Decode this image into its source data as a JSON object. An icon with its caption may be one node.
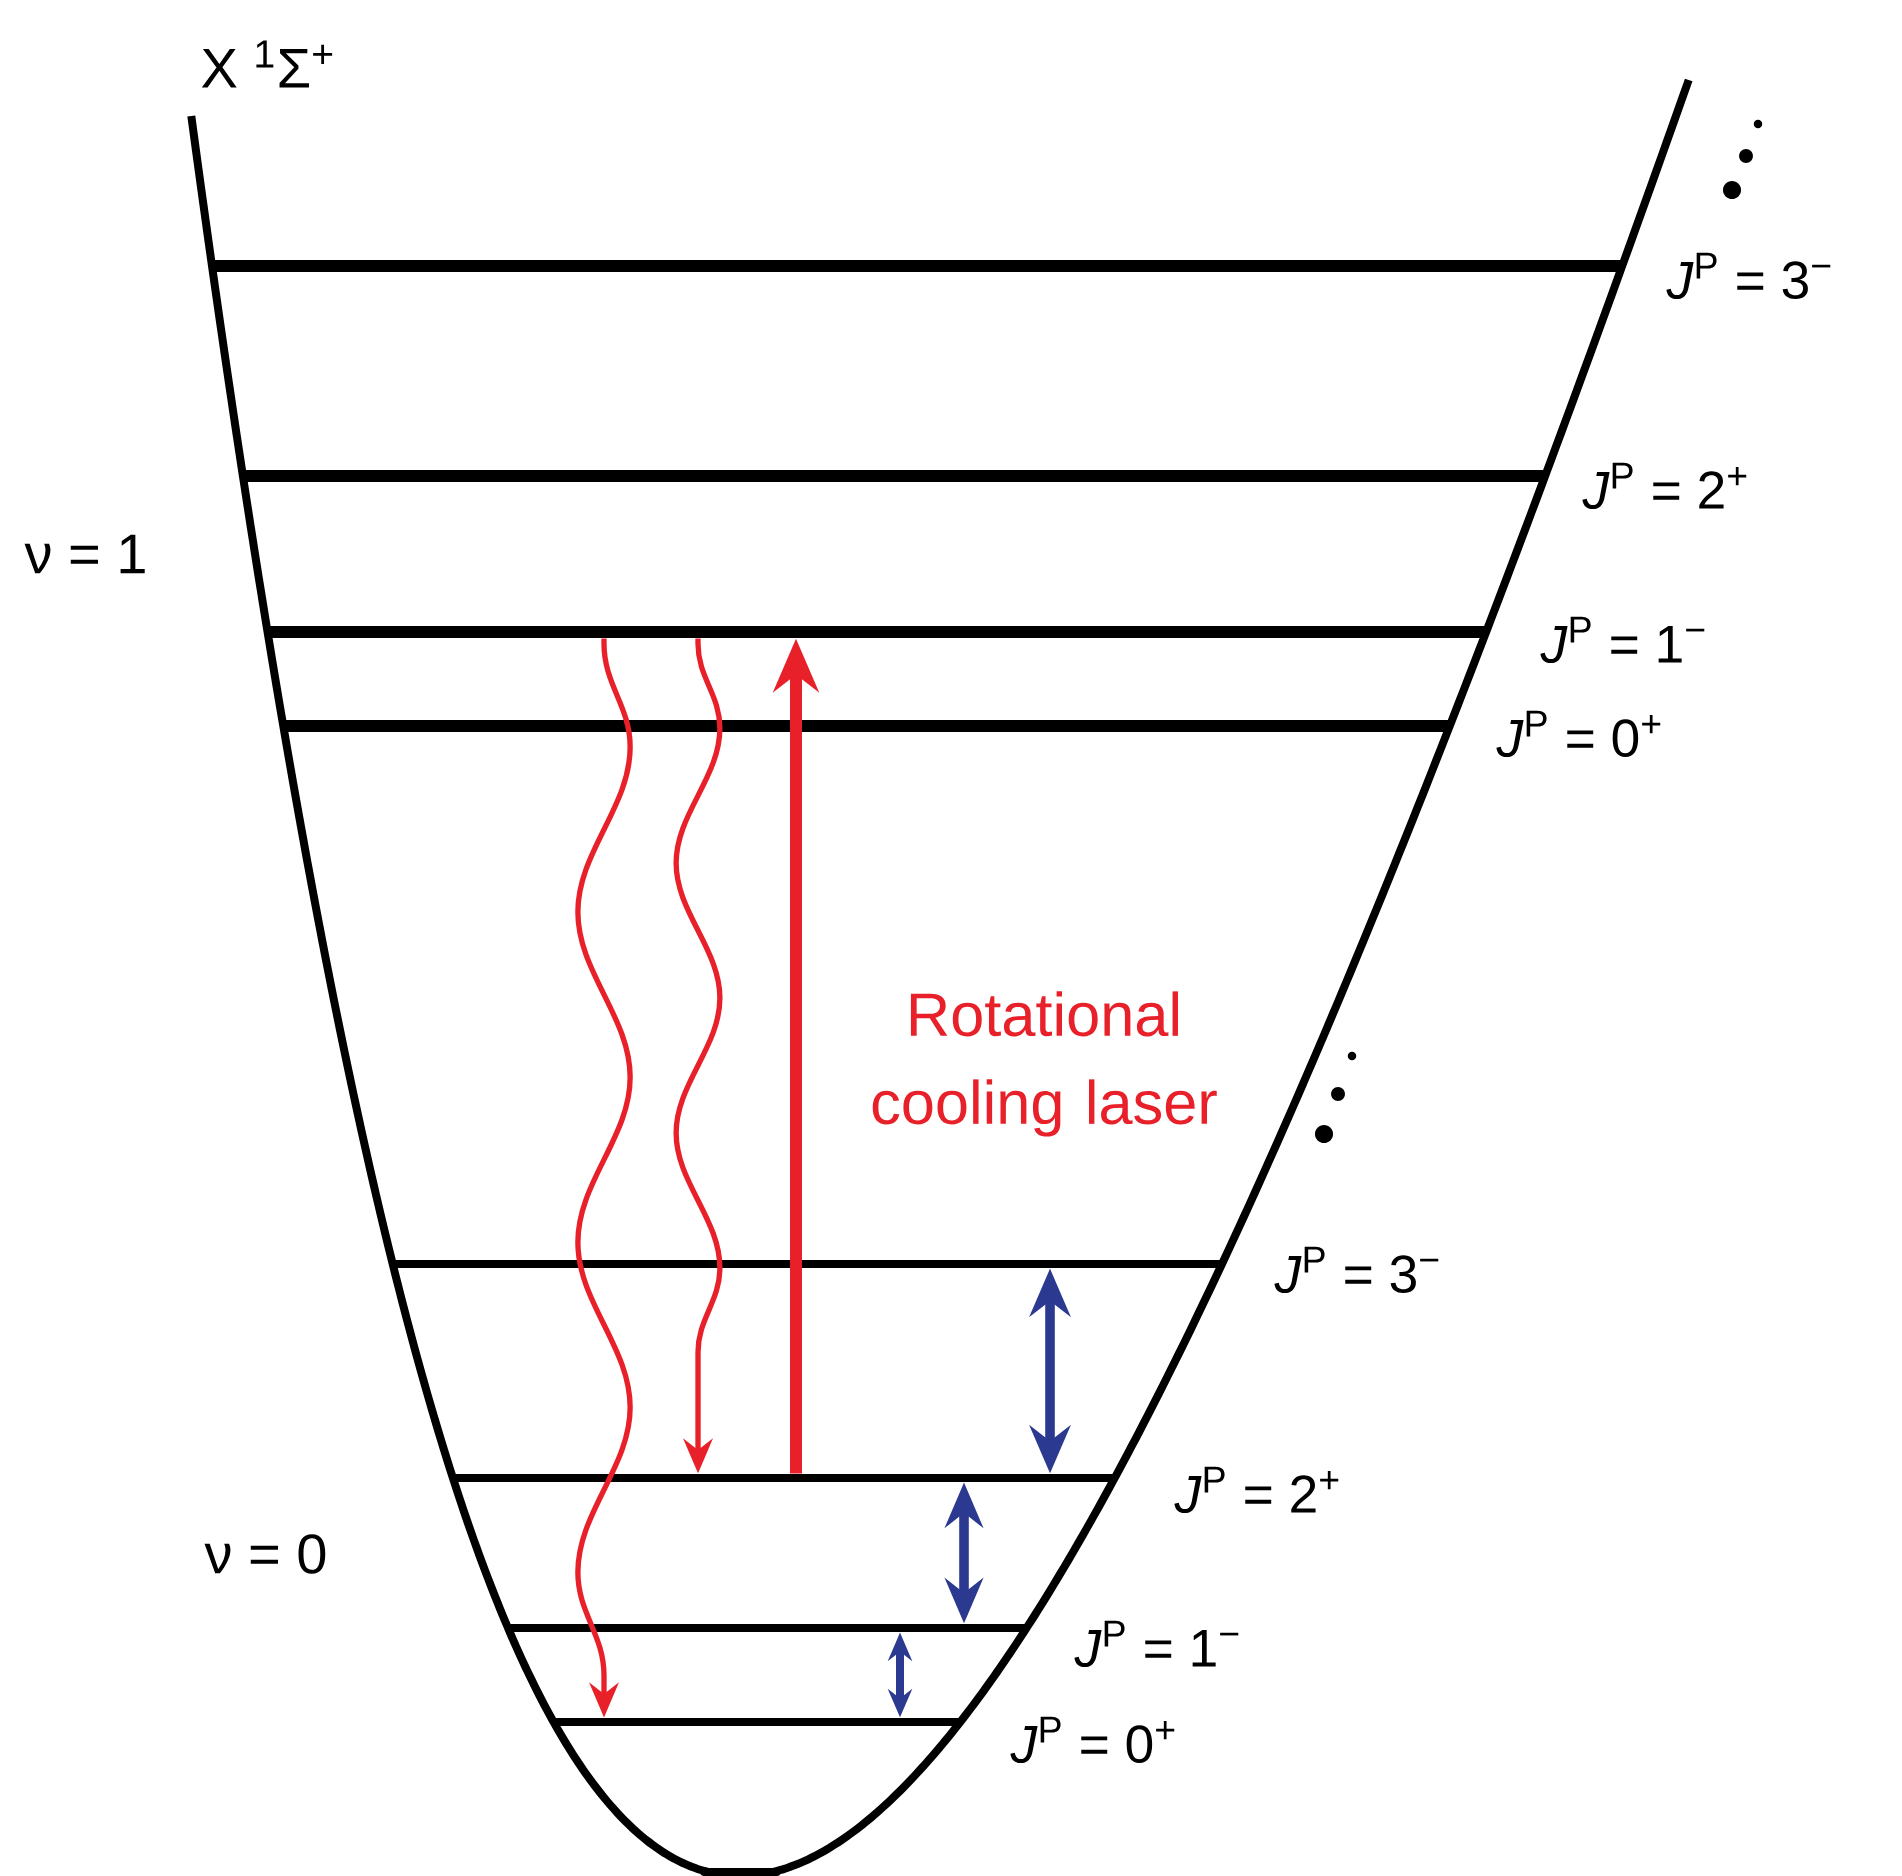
{
  "diagram": {
    "nodes": [
      {
        "text": [],
        "shape": "bar",
        "beside": [
          "*J*$^{P}$ = 3$^{−}$"
        ]
      },
      {
        "text": [],
        "shape": "bar",
        "beside": [
          "*J*$^{P}$ = 2$^{+}$"
        ]
      },
      {
        "text": [],
        "shape": "bar",
        "beside": [
          "*J*$^{P}$ = 1$^{−}$"
        ]
      },
      {
        "text": [],
        "shape": "bar",
        "beside": [
          "*J*$^{P}$ = 0$^{+}$"
        ]
      },
      {
        "text": [],
        "shape": "bar",
        "beside": [
          "*J*$^{P}$ = 3$^{−}$"
        ]
      },
      {
        "text": [],
        "shape": "bar",
        "beside": [
          "*J*$^{P}$ = 2$^{+}$"
        ]
      },
      {
        "text": [],
        "shape": "bar",
        "beside": [
          "*J*$^{P}$ = 1$^{−}$"
        ]
      },
      {
        "text": [],
        "shape": "bar",
        "beside": [
          "*J*$^{P}$ = 0$^{+}$"
        ]
      }
    ],
    "edges": [
      {
        "from": 5,
        "to": 2,
        "arrow": "to",
        "label": "Rotational cooling laser",
        "color": "#e8202a"
      },
      {
        "from": 2,
        "to": 5,
        "arrow": "to",
        "color": "#e8202a"
      },
      {
        "from": 2,
        "to": 7,
        "arrow": "to",
        "color": "#e8202a"
      },
      {
        "from": 4,
        "to": 5,
        "arrow": "both",
        "color": "#2b3990"
      },
      {
        "from": 5,
        "to": 6,
        "arrow": "both",
        "color": "#2b3990"
      },
      {
        "from": 6,
        "to": 7,
        "arrow": "both",
        "color": "#2b3990"
      }
    ],
    "labels": [
      "X $^{1}$Σ$^{+}$",
      "ν = 1",
      "ν = 0"
    ]
  }
}
